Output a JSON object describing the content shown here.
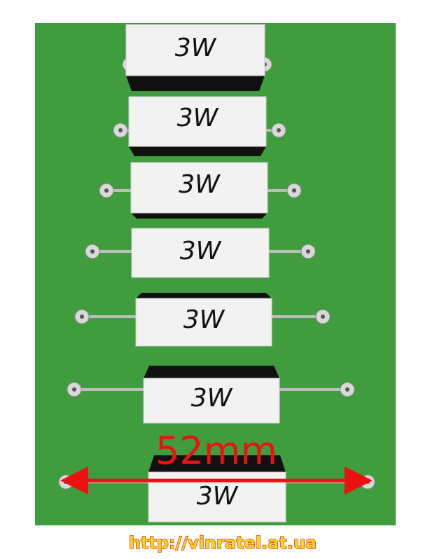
{
  "colors": {
    "board": "#3f9d3e",
    "body": "#f2f2f2",
    "dark_face": "#111111",
    "lead": "#bdbdbd",
    "pad": "#d9d9d9",
    "arrow": "#ee1111",
    "url_fill": "#ffd21f"
  },
  "resistors": [
    {
      "label": "3W"
    },
    {
      "label": "3W"
    },
    {
      "label": "3W"
    },
    {
      "label": "3W"
    },
    {
      "label": "3W"
    },
    {
      "label": "3W"
    },
    {
      "label": "3W"
    }
  ],
  "dimension_label": "52mm",
  "watermark_url": "http://vinratel.at.ua"
}
